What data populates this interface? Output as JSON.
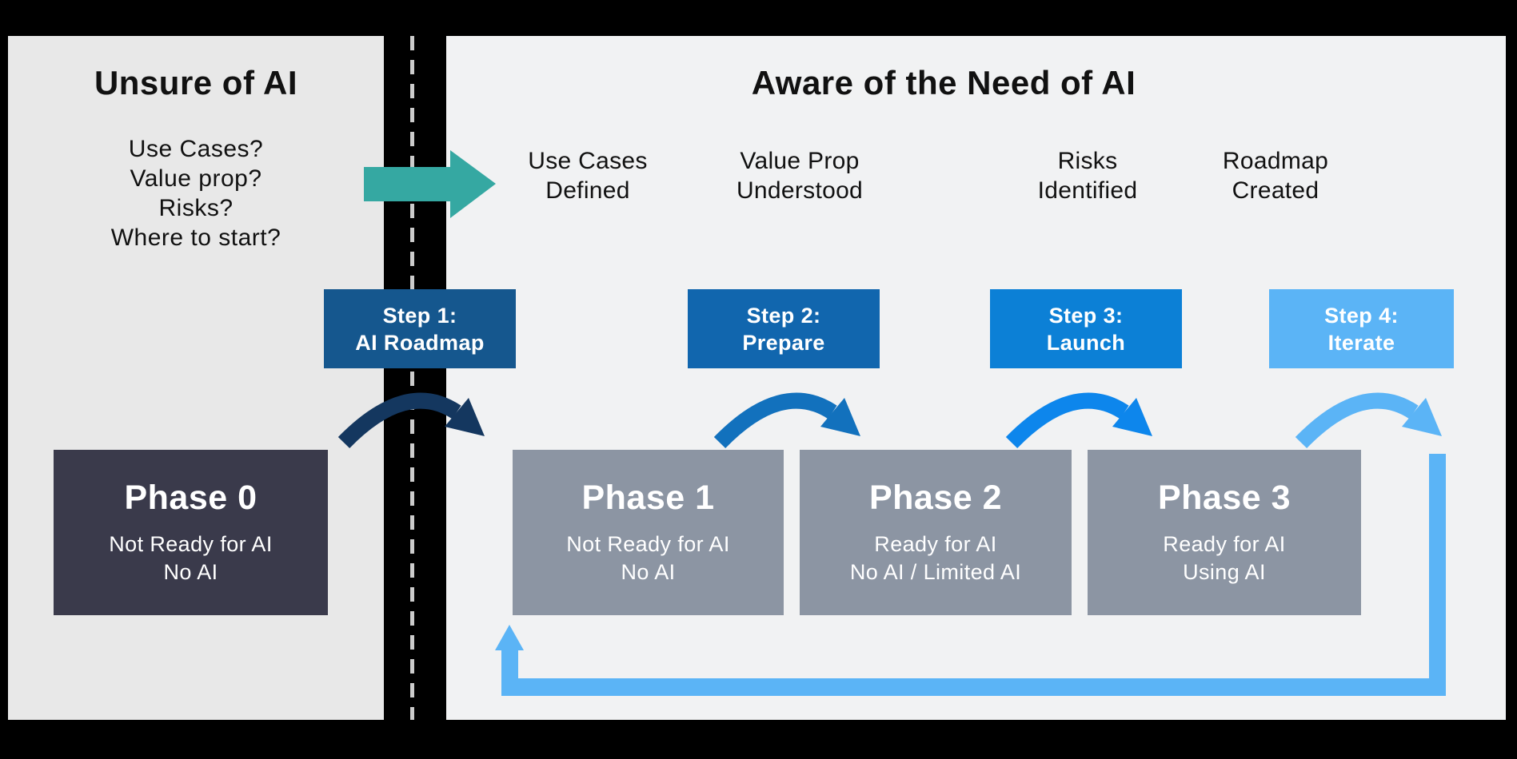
{
  "left_panel": {
    "title": "Unsure of AI",
    "questions": [
      "Use Cases?",
      "Value prop?",
      "Risks?",
      "Where to start?"
    ]
  },
  "right_panel": {
    "title": "Aware of the Need of AI",
    "milestones": [
      {
        "line1": "Use Cases",
        "line2": "Defined"
      },
      {
        "line1": "Value Prop",
        "line2": "Understood"
      },
      {
        "line1": "Risks",
        "line2": "Identified"
      },
      {
        "line1": "Roadmap",
        "line2": "Created"
      }
    ]
  },
  "steps": [
    {
      "line1": "Step 1:",
      "line2": "AI Roadmap"
    },
    {
      "line1": "Step 2:",
      "line2": "Prepare"
    },
    {
      "line1": "Step 3:",
      "line2": "Launch"
    },
    {
      "line1": "Step 4:",
      "line2": "Iterate"
    }
  ],
  "phases": [
    {
      "title": "Phase 0",
      "line1": "Not Ready for AI",
      "line2": "No AI"
    },
    {
      "title": "Phase 1",
      "line1": "Not Ready for AI",
      "line2": "No AI"
    },
    {
      "title": "Phase 2",
      "line1": "Ready for AI",
      "line2": "No AI / Limited AI"
    },
    {
      "title": "Phase 3",
      "line1": "Ready for AI",
      "line2": "Using AI"
    }
  ],
  "colors": {
    "frame": "#000000",
    "left_panel_bg": "#e8e8e8",
    "right_panel_bg": "#f1f2f3",
    "divider_dash": "#cccccc",
    "text": "#111111",
    "teal_arrow": "#35a8a2",
    "step1": "#15578e",
    "step2": "#1166ae",
    "step3": "#0c80d6",
    "step4": "#5bb4f6",
    "arrow_step1": "#14375f",
    "arrow_step2": "#1271bd",
    "arrow_step3": "#0d86ec",
    "arrow_step4": "#5bb4f6",
    "loop_arrow": "#5bb4f6",
    "phase0_bg": "#3a3a4b",
    "phase_bg": "#8c95a3"
  }
}
